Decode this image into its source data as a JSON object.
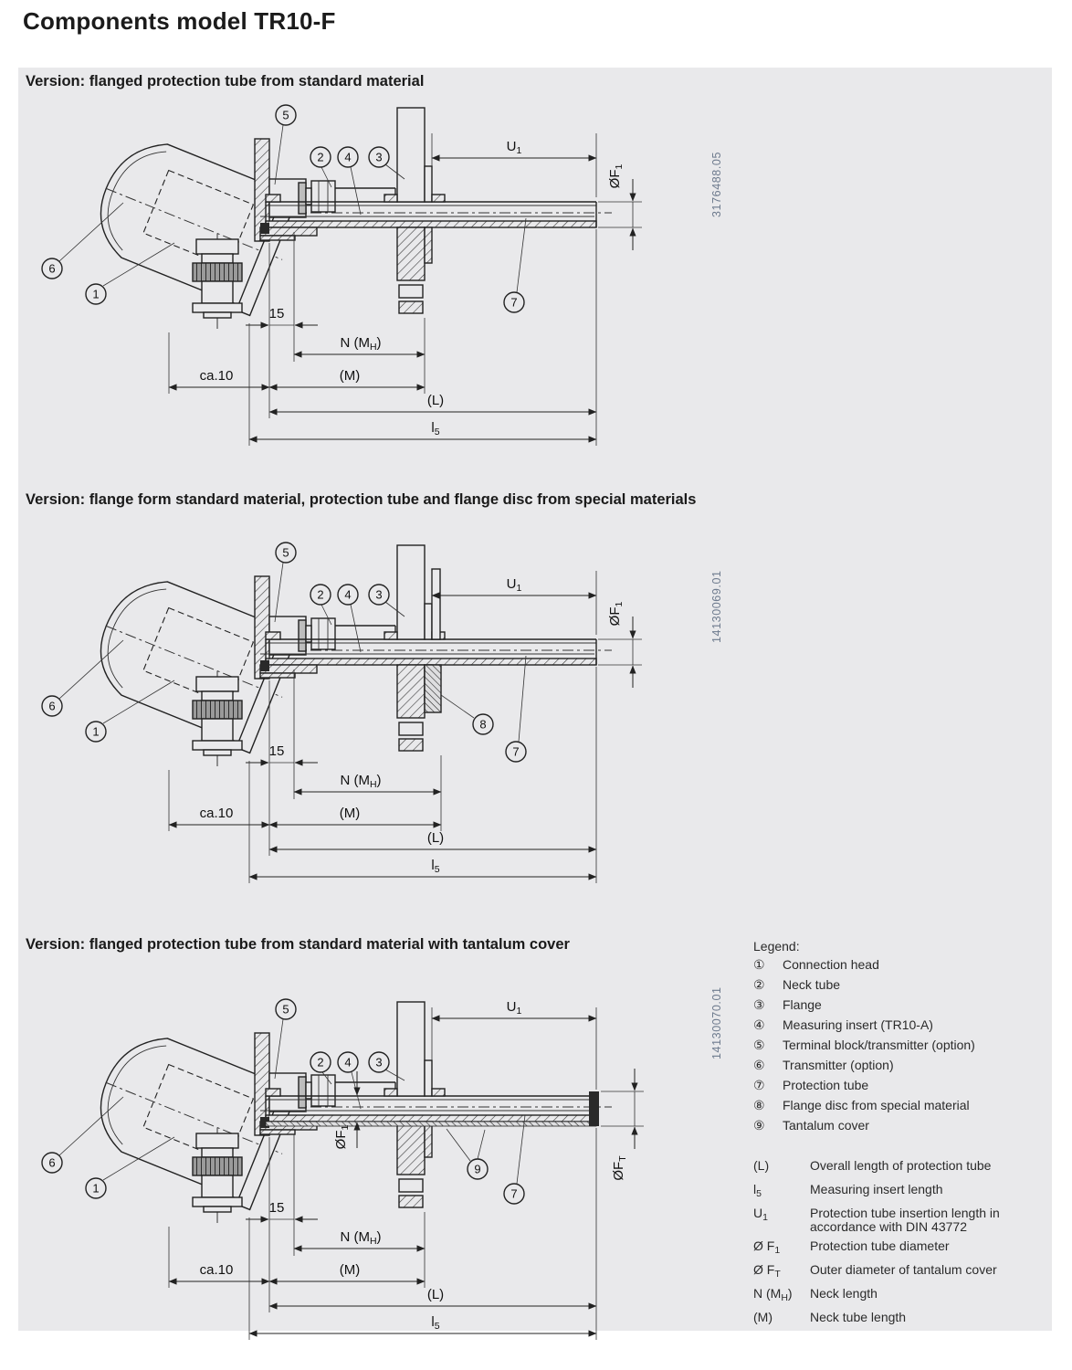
{
  "page": {
    "title": "Components model TR10-F"
  },
  "sections": [
    {
      "header": "Version: flanged protection tube from standard material",
      "drawing_number": "3176488.05"
    },
    {
      "header": "Version: flange form standard material, protection tube and flange disc from special materials",
      "drawing_number": "14130069.01"
    },
    {
      "header": "Version: flanged protection tube from standard material with tantalum cover",
      "drawing_number": "14130070.01"
    }
  ],
  "callouts": {
    "c1": "1",
    "c2": "2",
    "c3": "3",
    "c4": "4",
    "c5": "5",
    "c6": "6",
    "c7": "7",
    "c8": "8",
    "c9": "9"
  },
  "dims": {
    "u1_pre": "U",
    "u1_sub": "1",
    "f1_pre": "ØF",
    "f1_sub": "1",
    "ft_pre": "ØF",
    "ft_sub": "T",
    "len15": "15",
    "n_pre": "N (M",
    "n_sub": "H",
    "n_post": ")",
    "m": "(M)",
    "l": "(L)",
    "l5_pre": "l",
    "l5_sub": "5",
    "ca10": "ca.10"
  },
  "legend": {
    "title": "Legend:",
    "items": [
      {
        "num": "①",
        "label": "Connection head"
      },
      {
        "num": "②",
        "label": "Neck tube"
      },
      {
        "num": "③",
        "label": "Flange"
      },
      {
        "num": "④",
        "label": "Measuring insert (TR10-A)"
      },
      {
        "num": "⑤",
        "label": "Terminal block/transmitter (option)"
      },
      {
        "num": "⑥",
        "label": "Transmitter (option)"
      },
      {
        "num": "⑦",
        "label": "Protection tube"
      },
      {
        "num": "⑧",
        "label": "Flange disc from special material"
      },
      {
        "num": "⑨",
        "label": "Tantalum cover"
      }
    ],
    "dims": [
      {
        "sym_pre": "(L)",
        "sym_sub": "",
        "sym_post": "",
        "desc": "Overall length of protection tube"
      },
      {
        "sym_pre": "l",
        "sym_sub": "5",
        "sym_post": "",
        "desc": "Measuring insert length"
      },
      {
        "sym_pre": "U",
        "sym_sub": "1",
        "sym_post": "",
        "desc": "Protection tube insertion length in accordance with DIN 43772"
      },
      {
        "sym_pre": "Ø F",
        "sym_sub": "1",
        "sym_post": "",
        "desc": "Protection tube diameter"
      },
      {
        "sym_pre": "Ø F",
        "sym_sub": "T",
        "sym_post": "",
        "desc": "Outer diameter of tantalum cover"
      },
      {
        "sym_pre": "N (M",
        "sym_sub": "H",
        "sym_post": ")",
        "desc": "Neck length"
      },
      {
        "sym_pre": "(M)",
        "sym_sub": "",
        "sym_post": "",
        "desc": "Neck tube length"
      }
    ]
  }
}
